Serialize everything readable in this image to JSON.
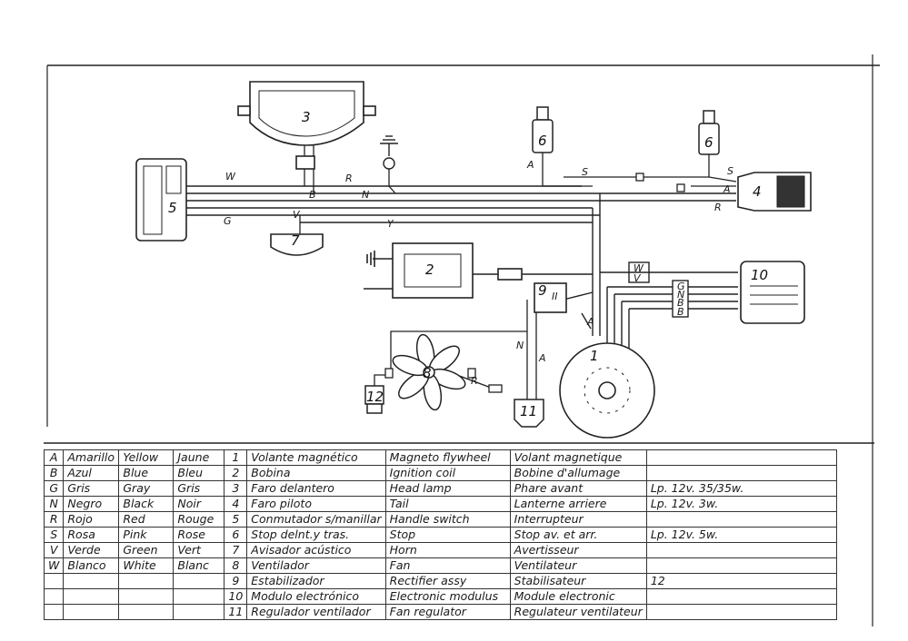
{
  "components": {
    "c1": "1",
    "c2": "2",
    "c3": "3",
    "c4": "4",
    "c5": "5",
    "c6a": "6",
    "c6b": "6",
    "c7": "7",
    "c8": "8",
    "c9": "9",
    "c10": "10",
    "c11": "11",
    "c12": "12"
  },
  "wire_labels": {
    "w_headlamp": "W",
    "b_headlamp": "B",
    "r_top": "R",
    "n_main": "N",
    "g_main": "G",
    "v_horn": "V",
    "v_main": "Y",
    "a_stop": "A",
    "s_stop": "S",
    "s_tail": "S",
    "a_tail": "A",
    "r_tail": "R",
    "wv_w": "W",
    "wv_v": "V",
    "gnbb_g": "G",
    "gnbb_n": "N",
    "gnbb_b1": "B",
    "gnbb_b2": "B",
    "n_fan": "N",
    "a_fan": "A",
    "r_fan": "R",
    "a_reg": "A",
    "reg_terms": "II"
  },
  "color_legend": [
    {
      "code": "A",
      "es": "Amarillo",
      "en": "Yellow",
      "fr": "Jaune"
    },
    {
      "code": "B",
      "es": "Azul",
      "en": "Blue",
      "fr": "Bleu"
    },
    {
      "code": "G",
      "es": "Gris",
      "en": "Gray",
      "fr": "Gris"
    },
    {
      "code": "N",
      "es": "Negro",
      "en": "Black",
      "fr": "Noir"
    },
    {
      "code": "R",
      "es": "Rojo",
      "en": "Red",
      "fr": "Rouge"
    },
    {
      "code": "S",
      "es": "Rosa",
      "en": "Pink",
      "fr": "Rose"
    },
    {
      "code": "V",
      "es": "Verde",
      "en": "Green",
      "fr": "Vert"
    },
    {
      "code": "W",
      "es": "Blanco",
      "en": "White",
      "fr": "Blanc"
    }
  ],
  "parts_legend": [
    {
      "n": "1",
      "es": "Volante magnético",
      "en": "Magneto flywheel",
      "fr": "Volant magnetique",
      "spec": ""
    },
    {
      "n": "2",
      "es": "Bobina",
      "en": "Ignition coil",
      "fr": "Bobine d'allumage",
      "spec": ""
    },
    {
      "n": "3",
      "es": "Faro delantero",
      "en": "Head lamp",
      "fr": "Phare avant",
      "spec": "Lp. 12v. 35/35w."
    },
    {
      "n": "4",
      "es": "Faro piloto",
      "en": "Tail",
      "fr": "Lanterne arriere",
      "spec": "Lp. 12v. 3w."
    },
    {
      "n": "5",
      "es": "Conmutador s/manillar",
      "en": "Handle switch",
      "fr": "Interrupteur",
      "spec": ""
    },
    {
      "n": "6",
      "es": "Stop delnt.y tras.",
      "en": "Stop",
      "fr": "Stop av. et arr.",
      "spec": "Lp. 12v. 5w."
    },
    {
      "n": "7",
      "es": "Avisador acústico",
      "en": "Horn",
      "fr": "Avertisseur",
      "spec": ""
    },
    {
      "n": "8",
      "es": "Ventilador",
      "en": "Fan",
      "fr": "Ventilateur",
      "spec": ""
    },
    {
      "n": "9",
      "es": "Estabilizador",
      "en": "Rectifier assy",
      "fr": "Stabilisateur",
      "spec": "12"
    },
    {
      "n": "10",
      "es": "Modulo electrónico",
      "en": "Electronic modulus",
      "fr": "Module electronic",
      "spec": ""
    },
    {
      "n": "11",
      "es": "Regulador ventilador",
      "en": "Fan regulator",
      "fr": "Regulateur ventilateur",
      "spec": ""
    }
  ]
}
